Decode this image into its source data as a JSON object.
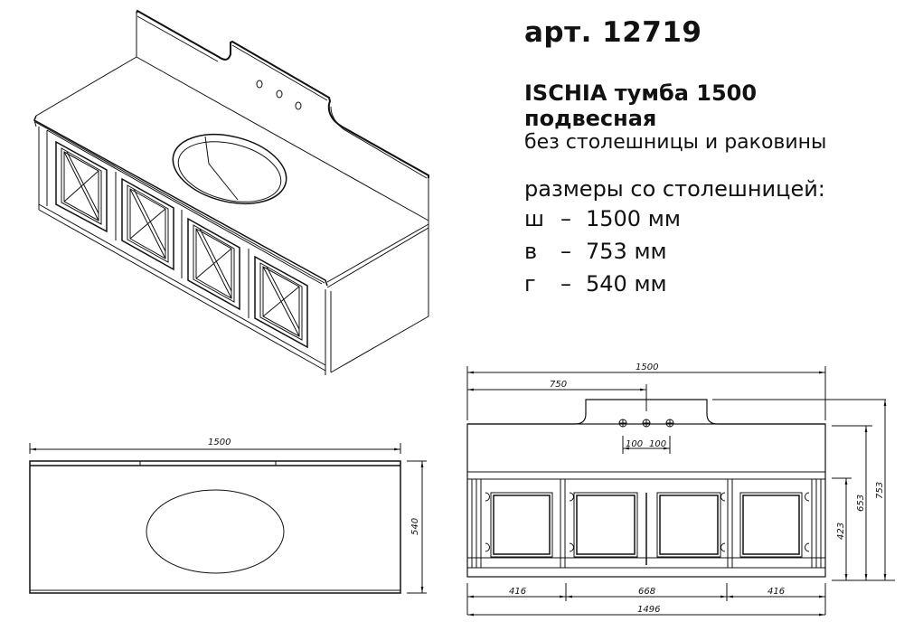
{
  "header": {
    "article": "арт. 12719",
    "model_line1": "ISCHIA  тумба 1500",
    "model_line2": "подвесная",
    "subtitle": "без столешницы и раковины"
  },
  "dimensions": {
    "title": "размеры со столешницей:",
    "rows": [
      {
        "key": "ш",
        "dash": "–",
        "value": "1500 мм"
      },
      {
        "key": "в",
        "dash": "–",
        "value": "753 мм"
      },
      {
        "key": "г",
        "dash": "–",
        "value": "540 мм"
      }
    ]
  },
  "top_view": {
    "width_label": "1500",
    "depth_label": "540"
  },
  "front_view": {
    "width_label": "1500",
    "center_label": "750",
    "hole_spacing_left": "100",
    "hole_spacing_right": "100",
    "section_left": "416",
    "section_middle": "668",
    "section_right": "416",
    "body_width": "1496",
    "height_cabinet": "423",
    "height_to_top": "653",
    "height_total": "753"
  },
  "colors": {
    "line": "#111111",
    "background": "#ffffff"
  }
}
